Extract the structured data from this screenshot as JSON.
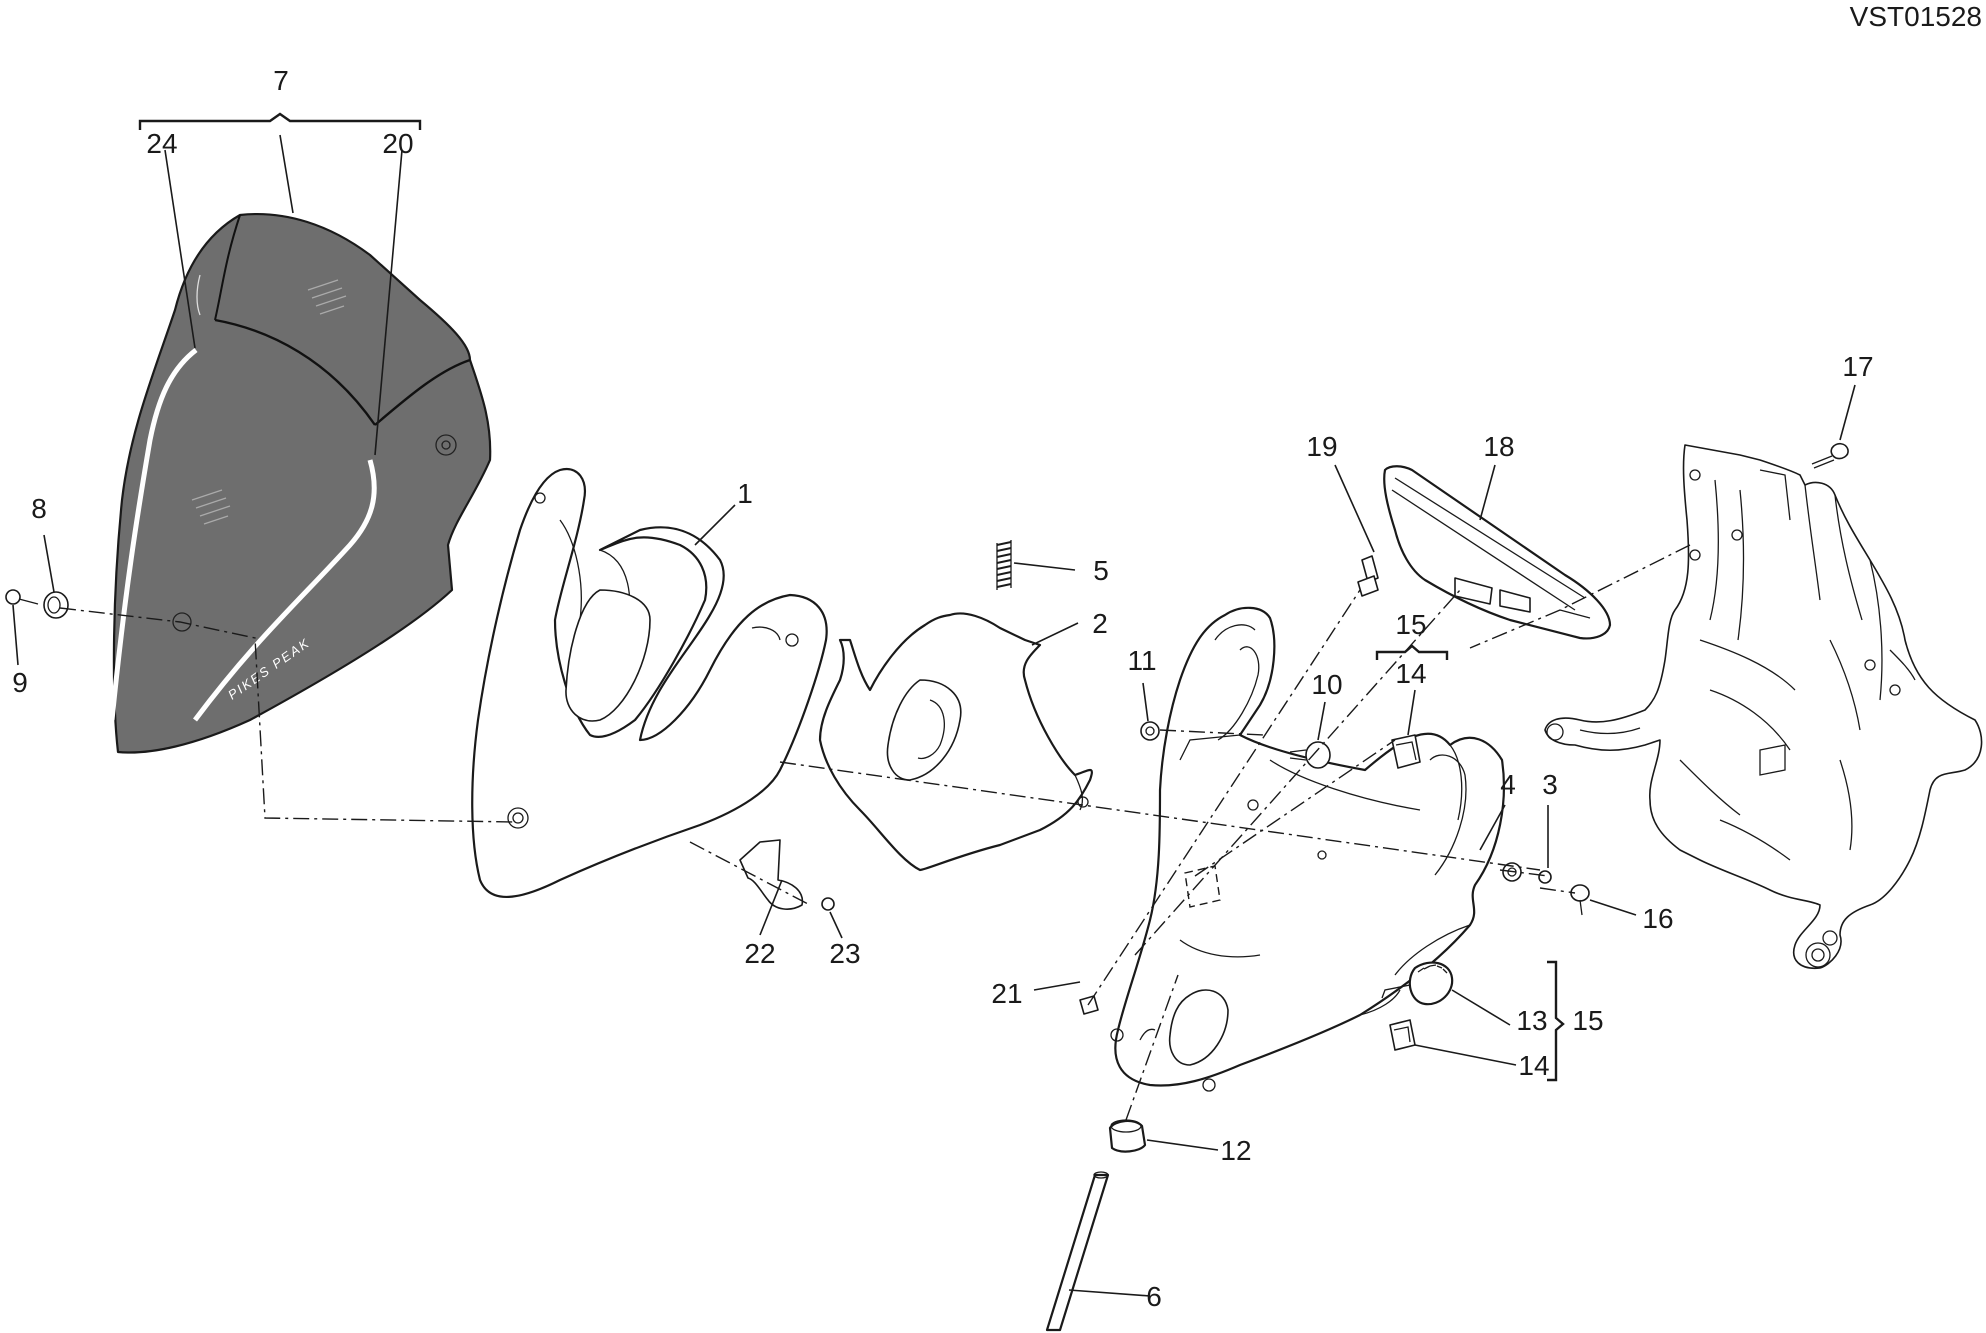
{
  "drawing_code": "VST01528",
  "screen_logo": "PIKES PEAK",
  "callouts": {
    "c1": "1",
    "c2": "2",
    "c3": "3",
    "c4": "4",
    "c5": "5",
    "c6": "6",
    "c7": "7",
    "c8": "8",
    "c9": "9",
    "c10": "10",
    "c11": "11",
    "c12": "12",
    "c13": "13",
    "c14a": "14",
    "c14b": "14",
    "c14c": "14",
    "c15a": "15",
    "c15b": "15",
    "c16": "16",
    "c17": "17",
    "c18": "18",
    "c19": "19",
    "c20": "20",
    "c21": "21",
    "c22": "22",
    "c23": "23",
    "c24": "24"
  }
}
